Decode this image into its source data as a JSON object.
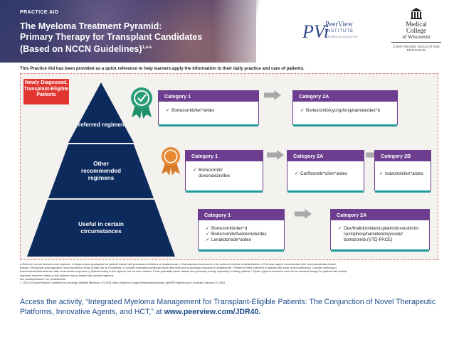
{
  "header": {
    "practice_aid": "PRACTICE AID",
    "title_line1": "The Myeloma Treatment Pyramid:",
    "title_line2": "Primary Therapy for Transplant Candidates",
    "title_line3": "(Based on NCCN Guidelines)",
    "title_sup": "1,a-e"
  },
  "logos": {
    "peerview_mark": "PVi",
    "peerview_name": "PeerView",
    "peerview_institute": "INSTITUTE",
    "peerview_sub": "FOR MEDICAL EDUCATION",
    "mcw_medical": "Medical",
    "mcw_college": "College",
    "mcw_of": "of Wisconsin",
    "mcw_ce_line1": "CONTINUING EDUCATION",
    "mcw_ce_line2": "PROGRAM"
  },
  "intro": "This Practice Aid has been provided as a quick reference to help learners apply the information to their daily practice and care of patients.",
  "badge": "Newly Diagnosed, Transplant-Eligible Patients",
  "pyramid": {
    "top": "Preferred regimens",
    "middle": "Other recommended regimens",
    "bottom": "Useful in certain circumstances"
  },
  "rows": {
    "preferred": {
      "cat1": {
        "title": "Category 1",
        "items": [
          "Bortezomib/len^a/dex"
        ]
      },
      "cat2a": {
        "title": "Category 2A",
        "items": [
          "Bortezomib/cyclophosphamide/dex^b"
        ]
      }
    },
    "other": {
      "cat1": {
        "title": "Category 1",
        "items": [
          "Bortezomib/ doxorubicin/dex"
        ]
      },
      "cat2a": {
        "title": "Category 2A",
        "items": [
          "Carfilzomib^c/len^a/dex"
        ]
      },
      "cat2b": {
        "title": "Category 2B",
        "items": [
          "Ixazomib/len^a/dex"
        ]
      }
    },
    "useful": {
      "cat1": {
        "title": "Category 1",
        "items": [
          "Bortezomib/dex^d",
          "Bortezomib/thalidomide/dex",
          "Lenalidomide^a/dex"
        ]
      },
      "cat2a": {
        "title": "Category 2A",
        "items": [
          "Dex/thalidomide/cisplatin/doxorubicin/ cyclophosphamide/etoposide/ bortezomib (VTD-PACE)"
        ]
      }
    }
  },
  "footnotes": {
    "line1": "a Selected, but not inclusive of all regimens. b Herpes zoster prophylaxis for patients treated with proteasome inhibitors or daratumumab. c Subcutaneous bortezomib is the preferred method of administration. d Full-dose aspirin recommended with immunomodulator-based",
    "line2": "therapy. Therapeutic anticoagulation recommended for those at high risk for thrombosis. e Consider harvesting peripheral blood stem cells prior to prolonged exposure to lenalidomide. f Preferred initial treatment in patients with acute renal insufficiency. Consider switching to",
    "line3": "bortezomib/lenalidomide/dex after renal function improves. g Optimal dosing in this regimen has not been defined. h Can potentially cause cardiac and pulmonary toxicity, especially in elderly patients. i Triplet regimens should be used as the standard therapy for patients with multiple",
    "line4": "myeloma; however, elderly or frail patients may be treated with doublet regimens.",
    "line5": "dex, dexamethasone; len, lenalidomide.",
    "line6": "1. NCCN Clinical Practice Guidelines in Oncology: Multiple Myeloma. V.3.2018. https://www.nccn.org/professionals/physician_gls/PDF/myeloma.pdf. Accessed January 23, 2018."
  },
  "access": {
    "text": "Access the activity, “Integrated Myeloma Management for Transplant-Eligible Patients: The Conjunction of Novel Therapeutic Platforms, Innovative Agents, and HCT,” at ",
    "url": "www.peerview.com/JDR40."
  },
  "colors": {
    "navy": "#0c2a5c",
    "purple": "#6d3e8f",
    "red": "#e2352f",
    "teal": "#1f9b9b",
    "link_blue": "#1b4a8a"
  },
  "icons": [
    "award-ribbon-icon",
    "arrow-right-icon",
    "checkmark-icon",
    "college-building-icon"
  ]
}
